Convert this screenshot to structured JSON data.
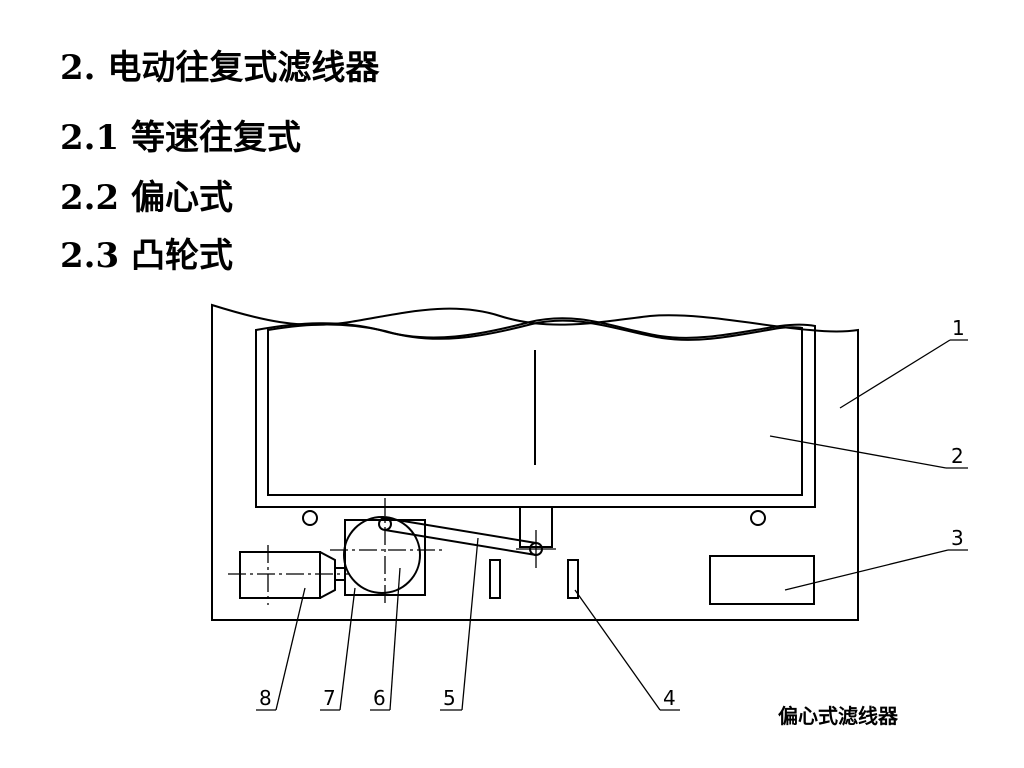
{
  "slide": {
    "title": "2. 电动往复式滤线器",
    "items": [
      "2.1 等速往复式",
      "2.2 偏心式",
      "2.3 凸轮式"
    ],
    "caption": "偏心式滤线器"
  },
  "diagram": {
    "part_labels": [
      "1",
      "2",
      "3",
      "4",
      "5",
      "6",
      "7",
      "8"
    ]
  }
}
